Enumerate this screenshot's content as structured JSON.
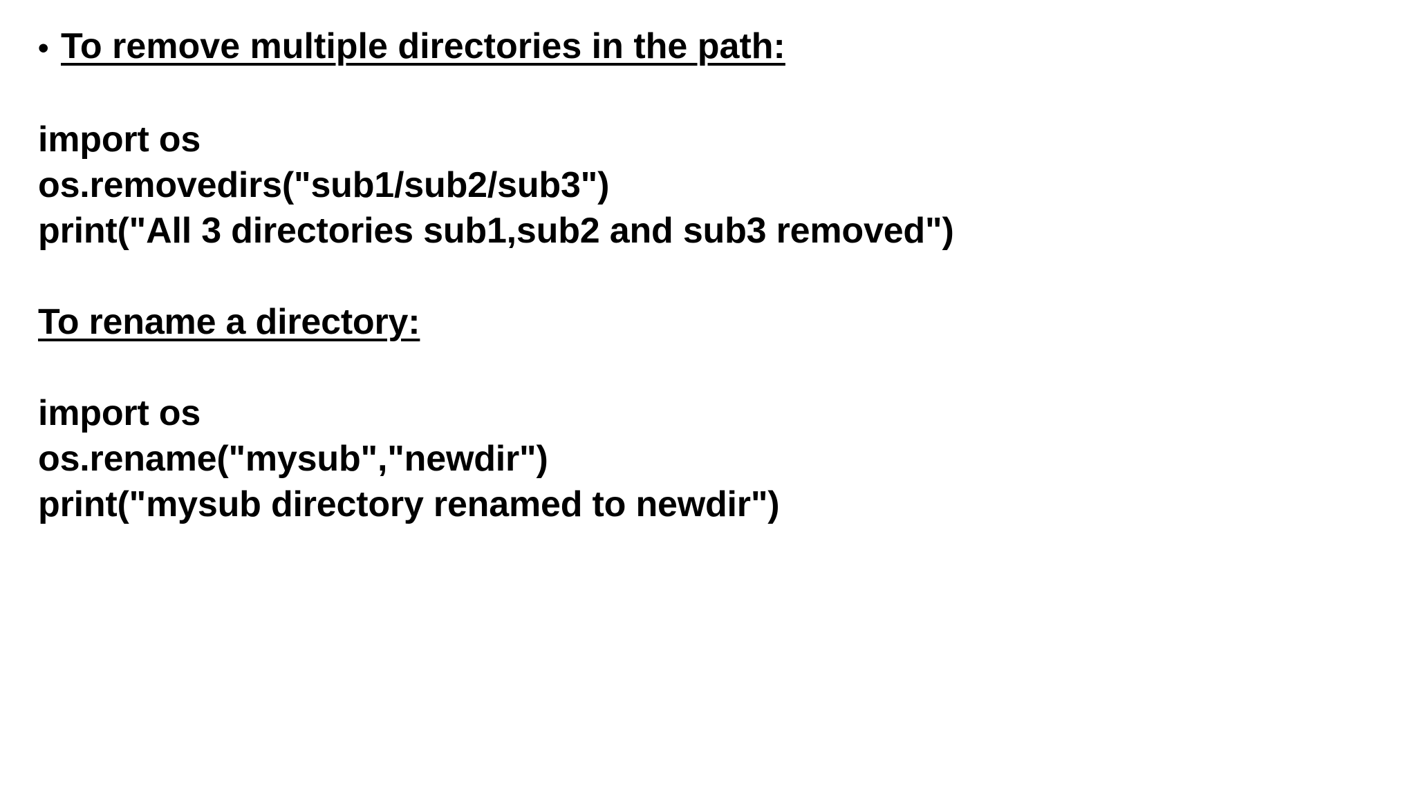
{
  "slide": {
    "background_color": "#ffffff",
    "text_color": "#000000",
    "bullet_glyph": "•",
    "sections": [
      {
        "heading": "To remove multiple directories in the path:",
        "bulleted": true,
        "underlined": true,
        "code_lines": [
          "import os",
          "os.removedirs(\"sub1/sub2/sub3\")",
          "print(\"All 3 directories sub1,sub2 and sub3 removed\")"
        ]
      },
      {
        "heading": "To rename a directory:",
        "bulleted": false,
        "underlined": true,
        "code_lines": [
          "import os",
          "os.rename(\"mysub\",\"newdir\")",
          "print(\"mysub directory renamed to newdir\")"
        ]
      }
    ]
  }
}
